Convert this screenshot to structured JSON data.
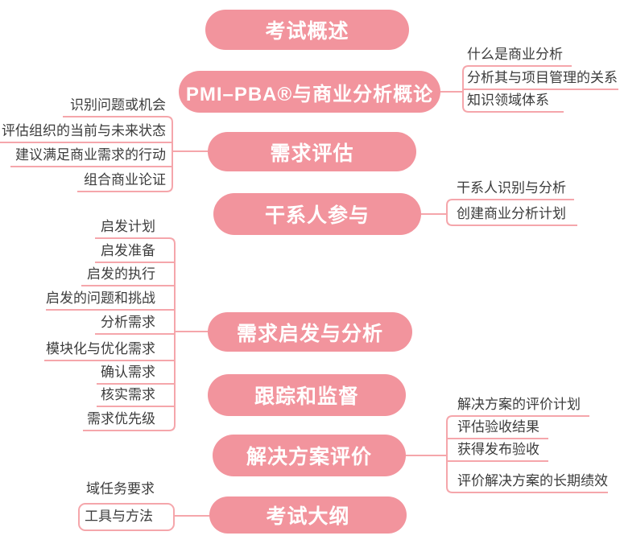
{
  "colors": {
    "pill_fill": "#F2949D",
    "pill_text": "#FFFFFF",
    "line": "#F5A6AB",
    "leaf_text": "#3C3C3C",
    "background": "#FFFFFF"
  },
  "mindmap": {
    "branches": [
      {
        "id": "exam-overview",
        "label": "考试概述",
        "children": []
      },
      {
        "id": "pmi-pba-intro",
        "label": "PMI–PBA®与商业分析概论",
        "side": "right",
        "children": [
          {
            "label": "什么是商业分析"
          },
          {
            "label": "分析其与项目管理的关系"
          },
          {
            "label": "知识领域体系"
          }
        ]
      },
      {
        "id": "needs-assessment",
        "label": "需求评估",
        "side": "left",
        "children": [
          {
            "label": "识别问题或机会"
          },
          {
            "label": "评估组织的当前与未来状态"
          },
          {
            "label": "建议满足商业需求的行动"
          },
          {
            "label": "组合商业论证"
          }
        ]
      },
      {
        "id": "stakeholder-engagement",
        "label": "干系人参与",
        "side": "right",
        "children": [
          {
            "label": "干系人识别与分析"
          },
          {
            "label": "创建商业分析计划"
          }
        ]
      },
      {
        "id": "elicitation-analysis",
        "label": "需求启发与分析",
        "side": "left",
        "children": [
          {
            "label": "启发计划"
          },
          {
            "label": "启发准备"
          },
          {
            "label": "启发的执行"
          },
          {
            "label": "启发的问题和挑战"
          },
          {
            "label": "分析需求"
          },
          {
            "label": "模块化与优化需求"
          },
          {
            "label": "确认需求"
          },
          {
            "label": "核实需求"
          },
          {
            "label": "需求优先级"
          }
        ]
      },
      {
        "id": "tracking-monitoring",
        "label": "跟踪和监督",
        "children": []
      },
      {
        "id": "solution-evaluation",
        "label": "解决方案评价",
        "side": "right",
        "children": [
          {
            "label": "解决方案的评价计划"
          },
          {
            "label": "评估验收结果"
          },
          {
            "label": "获得发布验收"
          },
          {
            "label": "评价解决方案的长期绩效"
          }
        ]
      },
      {
        "id": "exam-outline",
        "label": "考试大纲",
        "side": "left",
        "children": [
          {
            "label": "域任务要求"
          },
          {
            "label": "工具与方法"
          }
        ]
      }
    ]
  }
}
